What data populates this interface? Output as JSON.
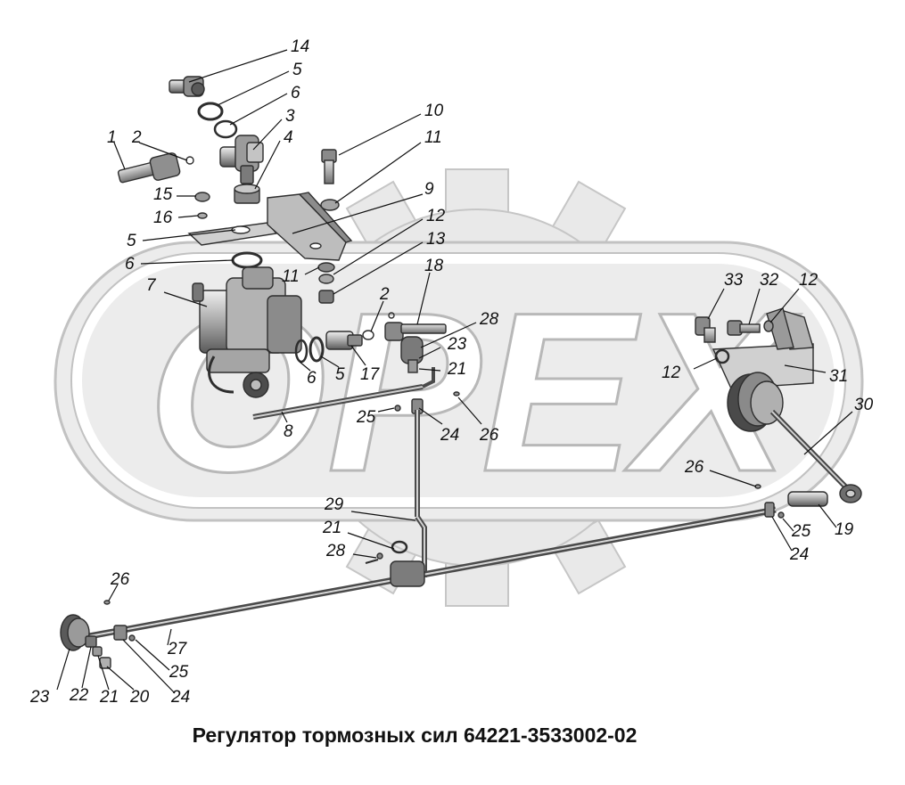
{
  "caption": "Регулятор тормозных сил 64221-3533002-02",
  "watermark": "OPEX",
  "colors": {
    "watermark_fill": "#e6e6e6",
    "watermark_stroke": "#bdbdbd",
    "part_light": "#d6d6d6",
    "part_mid": "#9a9a9a",
    "part_dark": "#3a3a3a",
    "leader": "#111111",
    "text": "#111111"
  },
  "callouts": [
    {
      "id": "c1",
      "label": "14"
    },
    {
      "id": "c2",
      "label": "5"
    },
    {
      "id": "c3",
      "label": "6"
    },
    {
      "id": "c4",
      "label": "3"
    },
    {
      "id": "c5",
      "label": "4"
    },
    {
      "id": "c6",
      "label": "1"
    },
    {
      "id": "c7",
      "label": "2"
    },
    {
      "id": "c8",
      "label": "10"
    },
    {
      "id": "c9",
      "label": "11"
    },
    {
      "id": "c10",
      "label": "15"
    },
    {
      "id": "c11",
      "label": "16"
    },
    {
      "id": "c12",
      "label": "9"
    },
    {
      "id": "c13",
      "label": "5"
    },
    {
      "id": "c14",
      "label": "12"
    },
    {
      "id": "c15",
      "label": "13"
    },
    {
      "id": "c16",
      "label": "6"
    },
    {
      "id": "c17",
      "label": "11"
    },
    {
      "id": "c18",
      "label": "18"
    },
    {
      "id": "c19",
      "label": "7"
    },
    {
      "id": "c20",
      "label": "2"
    },
    {
      "id": "c21",
      "label": "28"
    },
    {
      "id": "c22",
      "label": "33"
    },
    {
      "id": "c23",
      "label": "32"
    },
    {
      "id": "c24",
      "label": "12"
    },
    {
      "id": "c25",
      "label": "23"
    },
    {
      "id": "c26",
      "label": "21"
    },
    {
      "id": "c27",
      "label": "6"
    },
    {
      "id": "c28",
      "label": "5"
    },
    {
      "id": "c29",
      "label": "17"
    },
    {
      "id": "c30",
      "label": "12"
    },
    {
      "id": "c31",
      "label": "31"
    },
    {
      "id": "c32",
      "label": "25"
    },
    {
      "id": "c33",
      "label": "24"
    },
    {
      "id": "c34",
      "label": "26"
    },
    {
      "id": "c35",
      "label": "8"
    },
    {
      "id": "c36",
      "label": "30"
    },
    {
      "id": "c37",
      "label": "26"
    },
    {
      "id": "c38",
      "label": "29"
    },
    {
      "id": "c39",
      "label": "21"
    },
    {
      "id": "c40",
      "label": "28"
    },
    {
      "id": "c41",
      "label": "25"
    },
    {
      "id": "c42",
      "label": "19"
    },
    {
      "id": "c43",
      "label": "24"
    },
    {
      "id": "c44",
      "label": "26"
    },
    {
      "id": "c45",
      "label": "27"
    },
    {
      "id": "c46",
      "label": "25"
    },
    {
      "id": "c47",
      "label": "24"
    },
    {
      "id": "c48",
      "label": "23"
    },
    {
      "id": "c49",
      "label": "22"
    },
    {
      "id": "c50",
      "label": "21"
    },
    {
      "id": "c51",
      "label": "20"
    }
  ]
}
